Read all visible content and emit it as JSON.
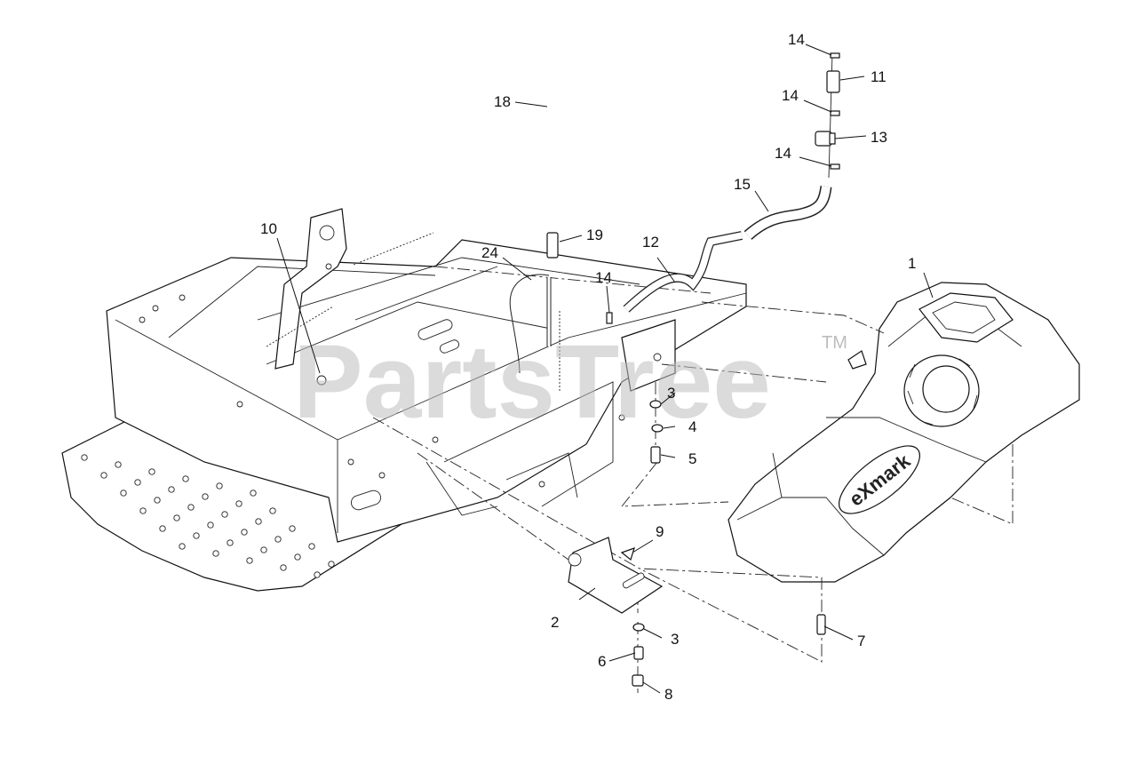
{
  "watermark": {
    "text": "PartsTree",
    "tm": "TM"
  },
  "brand_logo": "eXmark",
  "callouts": [
    {
      "id": "c1",
      "label": "1"
    },
    {
      "id": "c2",
      "label": "2"
    },
    {
      "id": "c3a",
      "label": "3"
    },
    {
      "id": "c3b",
      "label": "3"
    },
    {
      "id": "c4",
      "label": "4"
    },
    {
      "id": "c5",
      "label": "5"
    },
    {
      "id": "c6",
      "label": "6"
    },
    {
      "id": "c7",
      "label": "7"
    },
    {
      "id": "c8",
      "label": "8"
    },
    {
      "id": "c9",
      "label": "9"
    },
    {
      "id": "c10",
      "label": "10"
    },
    {
      "id": "c11",
      "label": "11"
    },
    {
      "id": "c12",
      "label": "12"
    },
    {
      "id": "c13",
      "label": "13"
    },
    {
      "id": "c14a",
      "label": "14"
    },
    {
      "id": "c14b",
      "label": "14"
    },
    {
      "id": "c14c",
      "label": "14"
    },
    {
      "id": "c14d",
      "label": "14"
    },
    {
      "id": "c15",
      "label": "15"
    },
    {
      "id": "c18",
      "label": "18"
    },
    {
      "id": "c19",
      "label": "19"
    },
    {
      "id": "c24",
      "label": "24"
    }
  ]
}
